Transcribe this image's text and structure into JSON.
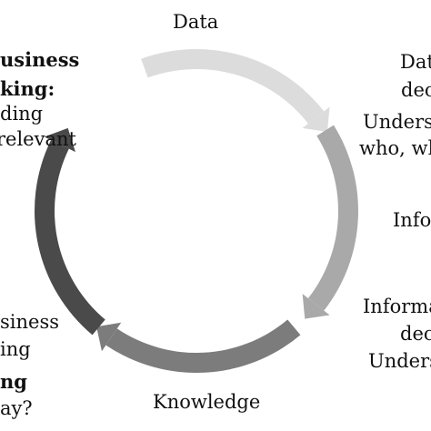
{
  "cycle": {
    "stage_labels": {
      "data": "Data",
      "information": "Info",
      "knowledge": "Knowledge"
    },
    "top_right_text": {
      "line1": "Data",
      "line2": "dec",
      "line3": "Underst",
      "line4": "who, wh"
    },
    "middle_right_text": {
      "line1": "Informa",
      "line2": "dec",
      "line3": "Unders"
    },
    "top_left_text": {
      "line1": "usiness",
      "line2": "king:",
      "line3": "ding",
      "line4": "relevant"
    },
    "bottom_left_text": {
      "line1": "siness",
      "line2": "ing",
      "line3": "ng",
      "line4": "ay?"
    },
    "arrow_colors": [
      "#dcdcdc",
      "#a9a9a9",
      "#7c7c7c",
      "#4a4a4a"
    ]
  }
}
